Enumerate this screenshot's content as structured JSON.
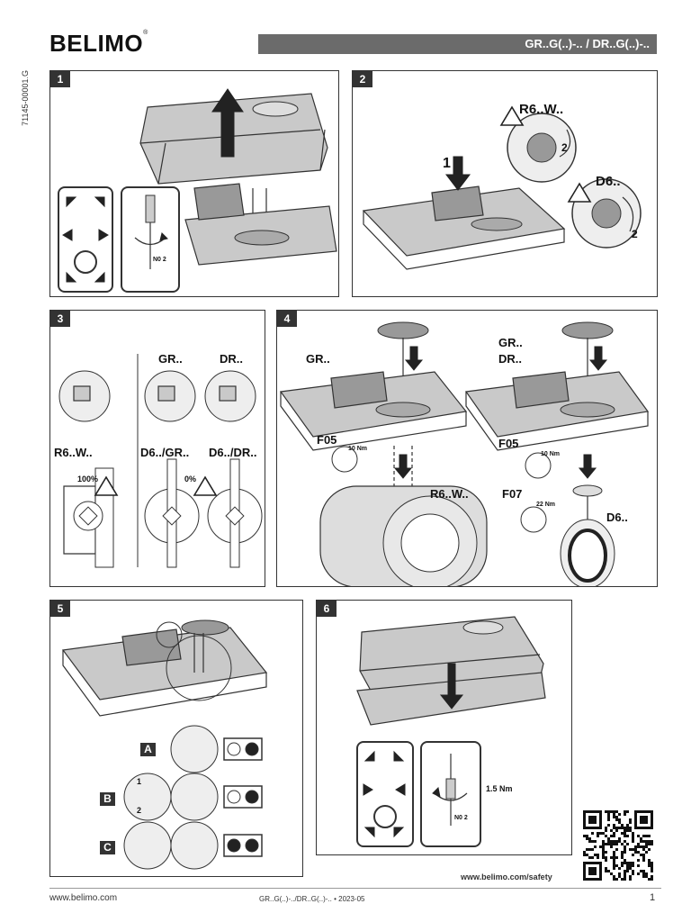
{
  "header": {
    "logo_text": "BELIMO",
    "logo_mark": "®",
    "title": "GR..G(..)-.. / DR..G(..)-..",
    "side_code": "71145-00001.G"
  },
  "panels": {
    "p1": {
      "number": "1",
      "tool_label": "N0 2"
    },
    "p2": {
      "number": "2",
      "label_r6w": "R6..W..",
      "label_d6": "D6..",
      "step1": "1",
      "step2a": "2",
      "step2b": "2"
    },
    "p3": {
      "number": "3",
      "label_gr": "GR..",
      "label_dr": "DR..",
      "label_r6w": "R6..W..",
      "label_d6gr": "D6../GR..",
      "label_d6dr": "D6../DR..",
      "pct_100": "100%",
      "pct_0": "0%"
    },
    "p4": {
      "number": "4",
      "label_gr": "GR..",
      "label_gr2": "GR..",
      "label_dr": "DR..",
      "f05a": "F05",
      "f05b": "F05",
      "f07": "F07",
      "torque_a": "10 Nm",
      "torque_b": "10 Nm",
      "torque_c": "22 Nm",
      "label_r6w": "R6..W..",
      "label_d6": "D6.."
    },
    "p5": {
      "number": "5",
      "row_a": "A",
      "row_b": "B",
      "row_c": "C",
      "step_b1": "1",
      "step_b2": "2"
    },
    "p6": {
      "number": "6",
      "torque": "1.5 Nm",
      "tool_label": "N0 2"
    }
  },
  "footer": {
    "safety_url": "www.belimo.com/safety",
    "site": "www.belimo.com",
    "doc": "GR..G(..)-../DR..G(..)-.. • 2023-05",
    "page": "1"
  }
}
